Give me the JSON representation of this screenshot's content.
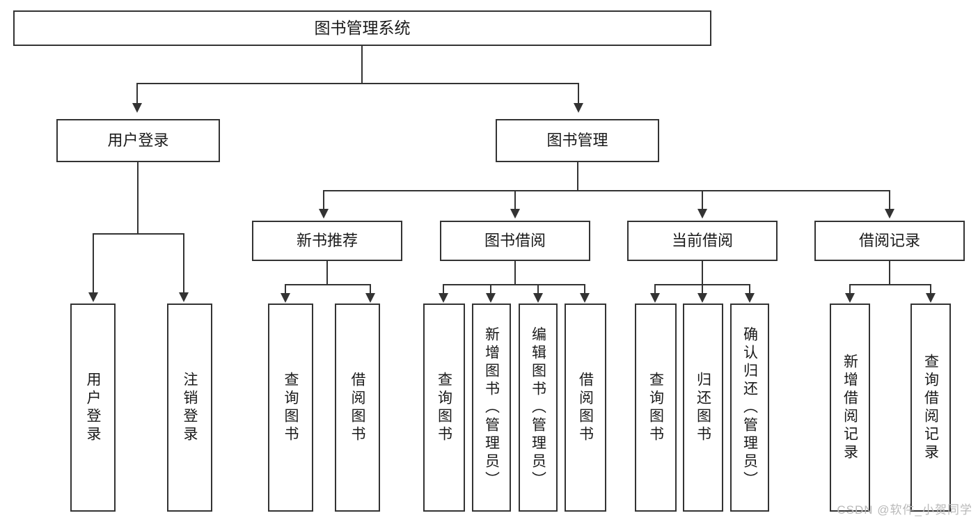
{
  "diagram": {
    "title": "图书管理系统",
    "type": "hierarchy-tree",
    "colors": {
      "box_border": "#333333",
      "box_fill": "#ffffff",
      "connector": "#333333",
      "background": "#ffffff",
      "watermark": "#b9b9b9"
    },
    "levels": {
      "level1": "系统",
      "level2": "模块",
      "level3": "子模块",
      "level4": "功能"
    }
  },
  "root": {
    "label": "图书管理系统"
  },
  "modules": [
    {
      "label": "用户登录"
    },
    {
      "label": "图书管理"
    }
  ],
  "submodules": [
    {
      "label": "新书推荐"
    },
    {
      "label": "图书借阅"
    },
    {
      "label": "当前借阅"
    },
    {
      "label": "借阅记录"
    }
  ],
  "leaves": {
    "user_login": [
      {
        "label": "用户登录"
      },
      {
        "label": "注销登录"
      }
    ],
    "new_book": [
      {
        "label": "查询图书"
      },
      {
        "label": "借阅图书"
      }
    ],
    "book_borrow": [
      {
        "label": "查询图书"
      },
      {
        "label": "新增图书（管理员）"
      },
      {
        "label": "编辑图书（管理员）"
      },
      {
        "label": "借阅图书"
      }
    ],
    "current_borrow": [
      {
        "label": "查询图书"
      },
      {
        "label": "归还图书"
      },
      {
        "label": "确认归还（管理员）"
      }
    ],
    "borrow_record": [
      {
        "label": "新增借阅记录"
      },
      {
        "label": "查询借阅记录"
      }
    ]
  },
  "watermark": {
    "text": "CSDN @软件_小贺同学"
  }
}
